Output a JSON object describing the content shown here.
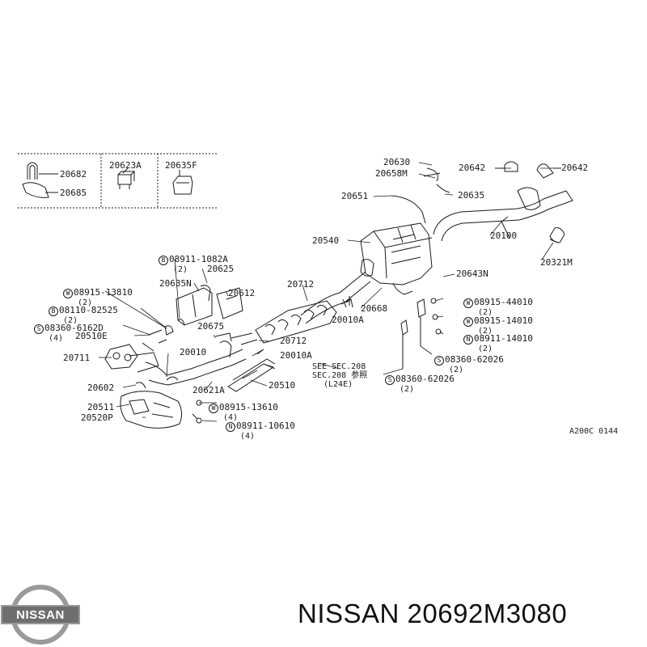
{
  "header_box": {
    "cells": [
      {
        "parts": [
          "20682",
          "20685"
        ]
      },
      {
        "parts": [
          "20623A"
        ]
      },
      {
        "parts": [
          "20635F"
        ]
      }
    ]
  },
  "labels": {
    "p20630": "20630",
    "p20658M": "20658M",
    "p20642a": "20642",
    "p20642b": "20642",
    "p20651": "20651",
    "p20635": "20635",
    "p20540": "20540",
    "p20100": "20100",
    "p20321M": "20321M",
    "p20643N": "20643N",
    "p20625": "20625",
    "p20635N": "20635N",
    "p20612": "20612",
    "p20712a": "20712",
    "p20712b": "20712",
    "p20668": "20668",
    "p20010A_a": "20010A",
    "p20010A_b": "20010A",
    "p20675": "20675",
    "p20510E": "20510E",
    "p20711": "20711",
    "p20010": "20010",
    "p20602": "20602",
    "p20621A": "20621A",
    "p20510": "20510",
    "p20511": "20511",
    "p20520P": "20520P"
  },
  "fasteners": [
    {
      "sym": "B",
      "num": "08911-1082A",
      "qty": "(2)"
    },
    {
      "sym": "W",
      "num": "08915-13810",
      "qty": "(2)"
    },
    {
      "sym": "B",
      "num": "08110-82525",
      "qty": "(2)"
    },
    {
      "sym": "S",
      "num": "08360-6162D",
      "qty": "(4)"
    },
    {
      "sym": "W",
      "num": "08915-44010",
      "qty": "(2)"
    },
    {
      "sym": "W",
      "num": "08915-14010",
      "qty": "(2)"
    },
    {
      "sym": "N",
      "num": "08911-14010",
      "qty": "(2)"
    },
    {
      "sym": "S",
      "num": "08360-62026",
      "qty": "(2)"
    },
    {
      "sym": "S",
      "num": "08360-62026",
      "qty": "(2)"
    },
    {
      "sym": "W",
      "num": "08915-13610",
      "qty": "(4)"
    },
    {
      "sym": "N",
      "num": "08911-10610",
      "qty": "(4)"
    }
  ],
  "see_note": {
    "line1": "SEE SEC.208",
    "line2": "SEC.208 参照",
    "line3": "(L24E)"
  },
  "diagram_code": "A200C 0144",
  "logo": {
    "text": "NISSAN"
  },
  "title": "NISSAN 20692M3080",
  "colors": {
    "ink": "#1a1a1a",
    "logo_silver": "#9a9a9a",
    "logo_band": "#6e6e6e"
  }
}
